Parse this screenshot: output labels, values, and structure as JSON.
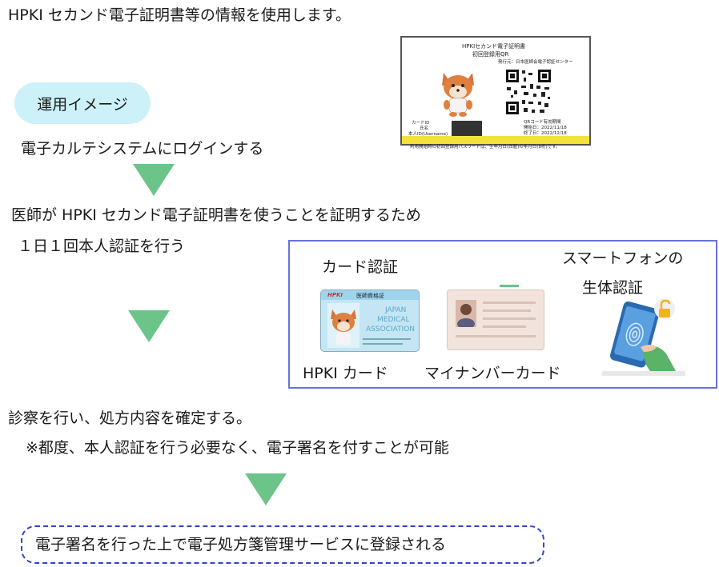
{
  "header": {
    "intro": "HPKI セカンド電子証明書等の情報を使用します。"
  },
  "qr_card": {
    "title": "HPKIセカンド電子証明書",
    "subtitle": "初回登録用QR",
    "issuer": "発行元：日本医師会電子認証センター",
    "field_card_id": "カードID",
    "field_name": "氏名",
    "field_user_id": "本人ID(Username)",
    "validity_label": "QRコード有効期間",
    "start_date": "開始日：2022/11/18",
    "end_date": "終了日：2022/12/18",
    "notice": "利用開始時の初回登録用パスワードは、生年月日(西暦)の年月日(8桁)です。"
  },
  "badge": {
    "label": "運用イメージ"
  },
  "steps": {
    "login": "電子カルテシステムにログインする",
    "doctor_line1": "医師が HPKI セカンド電子証明書を使うことを証明するため",
    "doctor_line2": "１日１回本人認証を行う",
    "exam_line1": "診察を行い、処方内容を確定する。",
    "exam_line2": "※都度、本人認証を行う必要なく、電子署名を付すことが可能",
    "final": "電子署名を行った上で電子処方箋管理サービスに登録される"
  },
  "auth": {
    "card_auth_title": "カード認証",
    "smartphone_title_line1": "スマートフォンの",
    "smartphone_title_line2": "生体認証",
    "hpki_card_label": "HPKI カード",
    "mynumber_card_label": "マイナンバーカード",
    "hpki_card": {
      "brand": "HPKI",
      "title": "医師資格証",
      "watermark_line1": "JAPAN",
      "watermark_line2": "MEDICAL",
      "watermark_line3": "ASSOCIATION"
    }
  },
  "colors": {
    "arrow": "#6cc488",
    "badge_bg": "#cdf1f8",
    "auth_border": "#6673d8",
    "final_border": "#3344c8"
  }
}
